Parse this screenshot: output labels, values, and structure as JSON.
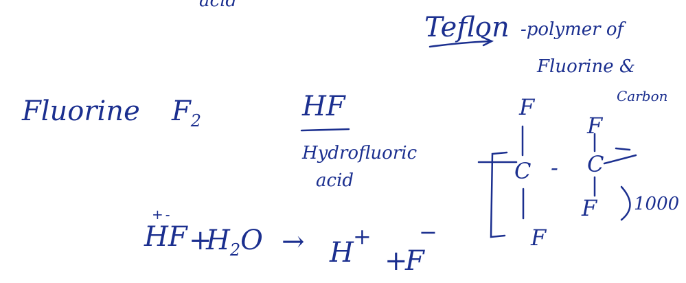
{
  "notes": {
    "top_fragment": "acid",
    "teflon": {
      "title": "Teflon",
      "description_line1": "-polymer of",
      "description_line2": "Fluorine &",
      "description_line3": "Carbon"
    },
    "fluorine": {
      "label": "Fluorine",
      "formula_main": "F",
      "formula_sub": "2"
    },
    "hf": {
      "formula": "HF",
      "name_line1": "Hydrofluoric",
      "name_line2": "acid"
    },
    "structure": {
      "atoms": [
        "F",
        "C",
        "C",
        "F",
        "F",
        "F"
      ],
      "bonds": [
        "-"
      ],
      "repeat": "1000"
    },
    "equation": {
      "reactant1": "HF",
      "charges": "+-",
      "plus1": "+",
      "reactant2_main": "H",
      "reactant2_sub": "2",
      "reactant2_tail": "O",
      "arrow": "→",
      "product1": "H",
      "product1_charge": "+",
      "plus2": "+",
      "product2": "F",
      "product2_charge": "−"
    }
  },
  "ink_color": "#1b2f8f",
  "background_color": "#ffffff"
}
